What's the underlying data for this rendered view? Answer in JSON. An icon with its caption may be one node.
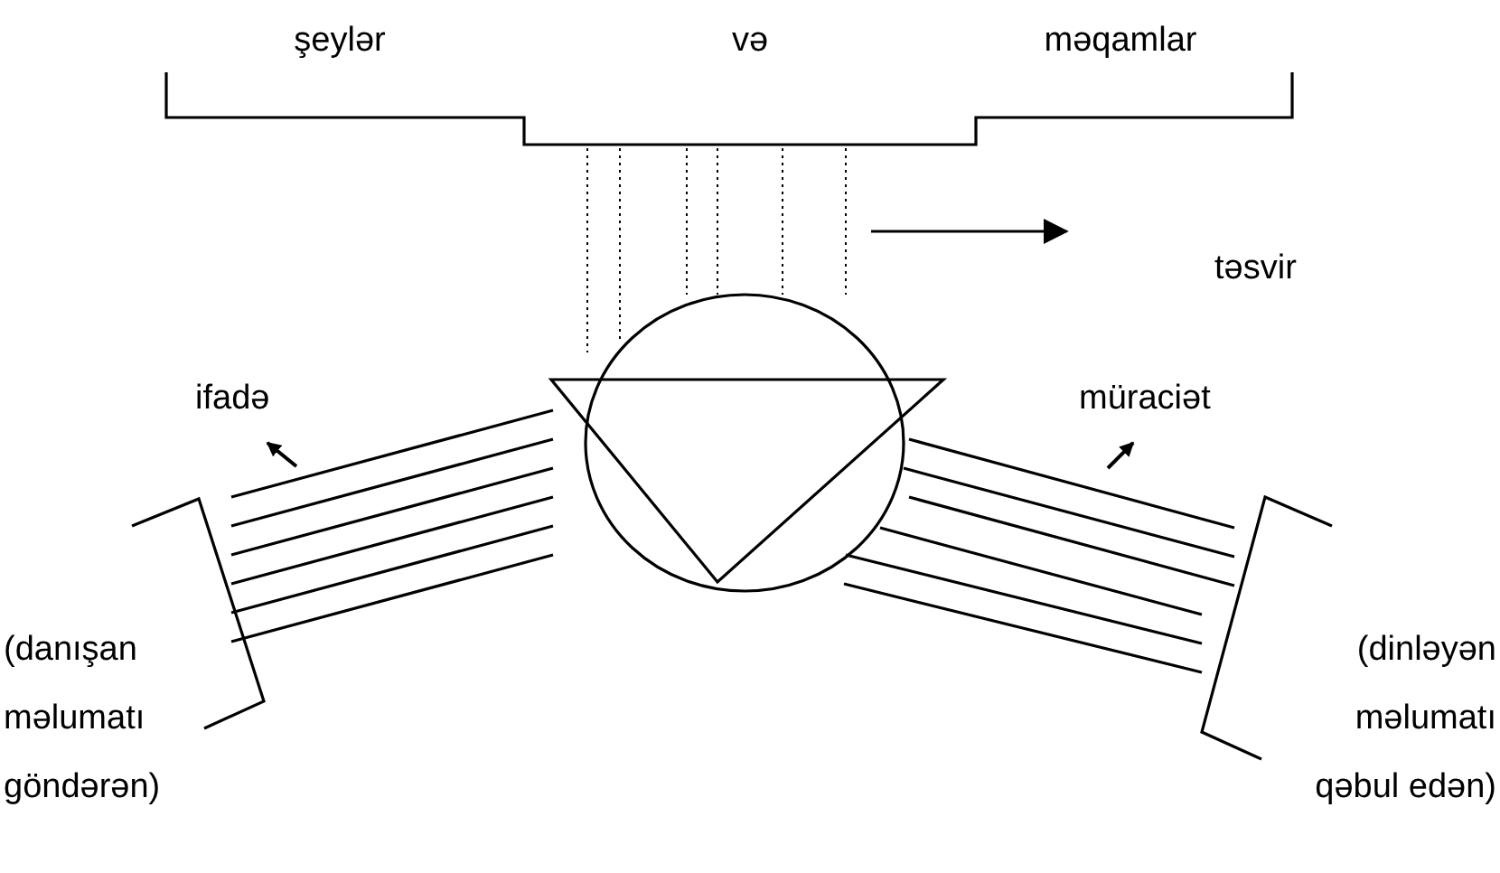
{
  "diagram": {
    "labels": [
      "şeylər",
      "və",
      "məqamlar",
      "təsvir",
      "ifadə",
      "müraciət",
      "(danışan məlumatı göndərən)",
      "(dinləyən məlumatı qəbul edən)"
    ]
  }
}
